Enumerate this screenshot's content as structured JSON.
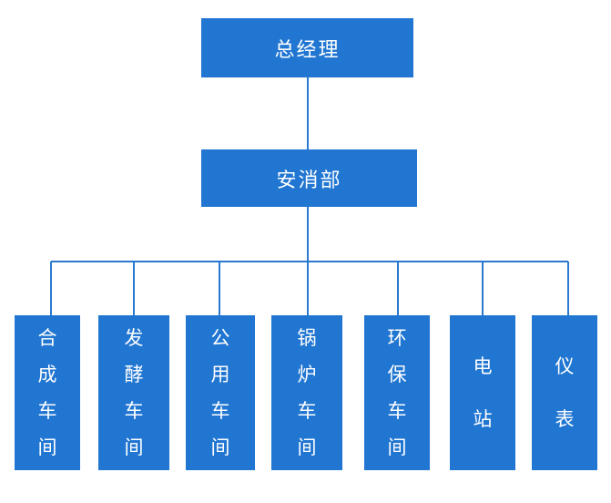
{
  "org": {
    "root": "总经理",
    "department": "安消部",
    "units": [
      "合成车间",
      "发酵车间",
      "公用车间",
      "锅炉车间",
      "环保车间",
      "电站",
      "仪表"
    ]
  },
  "colors": {
    "box": "#2176d2",
    "line": "#2a78cf",
    "text": "#ffffff"
  }
}
